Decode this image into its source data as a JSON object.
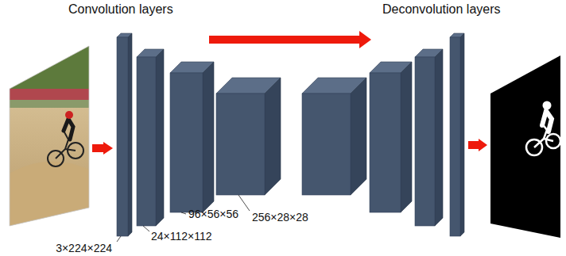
{
  "diagram": {
    "labels": [
      "Convolution layers",
      "Deconvolution layers",
      "3×224×224",
      "24×112×112",
      "96×56×56",
      "256×28×28"
    ]
  }
}
